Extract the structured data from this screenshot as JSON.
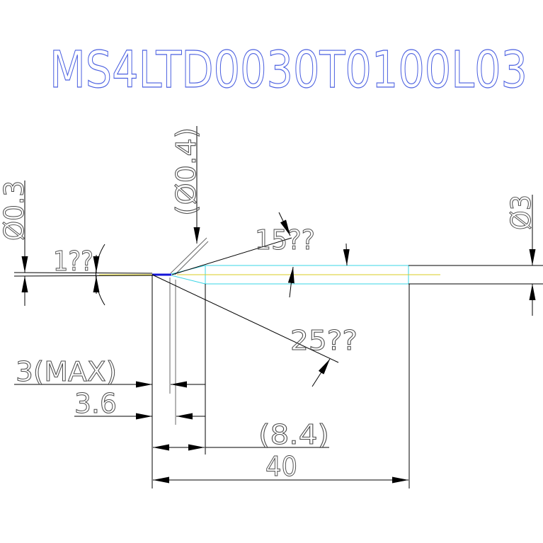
{
  "title": "MS4LTD0030T0100L03",
  "labels": {
    "dia_tip": "Ø0.3",
    "dia_neck": "(Ø0.4)",
    "dia_shank": "Ø3",
    "angle_tip": "1??",
    "angle_taper": "15??",
    "angle_point": "25??",
    "len_max": "3(MAX)",
    "len_neck": "3.6",
    "len_taper": "(8.4)",
    "len_overall": "40"
  },
  "colors": {
    "title": "#4a5fe0",
    "dimension_text": "#4a4a4a",
    "lines": "#000000",
    "tip": "#1414d8",
    "body": "#38d4e4",
    "centerline": "#d8cc20"
  }
}
